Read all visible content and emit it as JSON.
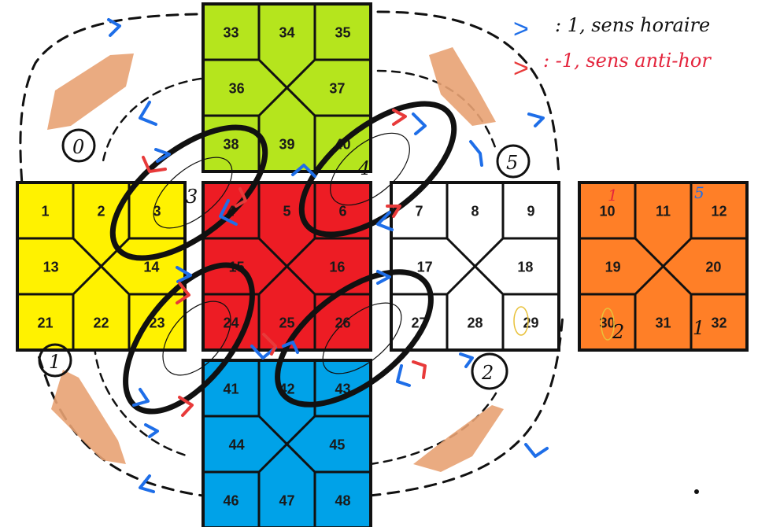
{
  "colors": {
    "green": "#b5e51d",
    "yellow": "#fff200",
    "red": "#ed1c24",
    "white": "#ffffff",
    "orange": "#ff7f27",
    "blue": "#00a2e8",
    "skin": "#e8a273",
    "arrow_blue": "#1e6ee8",
    "arrow_red": "#e83a3a",
    "note_red": "#e4253d"
  },
  "faces": [
    {
      "name": "green-face",
      "color": "green",
      "cells": [
        "33",
        "34",
        "35",
        "36",
        "37",
        "38",
        "39",
        "40"
      ]
    },
    {
      "name": "yellow-face",
      "color": "yellow",
      "cells": [
        "1",
        "2",
        "3",
        "13",
        "14",
        "21",
        "22",
        "23"
      ]
    },
    {
      "name": "red-face",
      "color": "red",
      "cells": [
        "4",
        "5",
        "6",
        "15",
        "16",
        "24",
        "25",
        "26"
      ]
    },
    {
      "name": "white-face",
      "color": "white",
      "cells": [
        "7",
        "8",
        "9",
        "17",
        "18",
        "27",
        "28",
        "29"
      ]
    },
    {
      "name": "orange-face",
      "color": "orange",
      "cells": [
        "10",
        "11",
        "12",
        "19",
        "20",
        "30",
        "31",
        "32"
      ]
    },
    {
      "name": "blue-face",
      "color": "blue",
      "cells": [
        "41",
        "42",
        "43",
        "44",
        "45",
        "46",
        "47",
        "48"
      ]
    }
  ],
  "legend": {
    "blue_marker": ">",
    "blue_text": ": 1, sens horaire",
    "red_marker": ">",
    "red_text": ": -1, sens anti-hor"
  },
  "annotations": {
    "ring_labels": [
      "0",
      "1",
      "2",
      "3",
      "4",
      "5"
    ],
    "cell_marks": [
      "1",
      "5",
      "2",
      "1"
    ]
  }
}
